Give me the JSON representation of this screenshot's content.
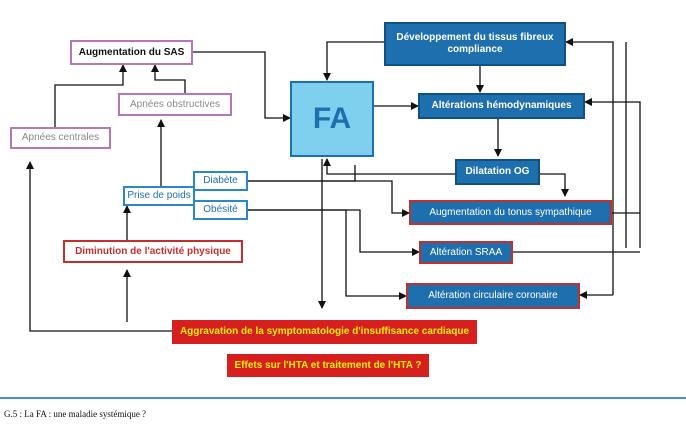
{
  "nodes": {
    "sas": "Augmentation du SAS",
    "apnees_obstructives": "Apnées obstructives",
    "apnees_centrales": "Apnées centrales",
    "prise_poids": "Prise de poids",
    "diabete": "Diabète",
    "obesite": "Obésité",
    "activite": "Diminution de l'activité physique",
    "fa": "FA",
    "fibreux": "Développement du tissus fibreux compliance",
    "hemo": "Altérations hémodynamiques",
    "dilatation": "Dilatation OG",
    "tonus": "Augmentation du tonus sympathique",
    "sraa": "Altération SRAA",
    "coronaire": "Altération circulaire coronaire",
    "aggravation": "Aggravation de la symptomatologie d'insuffisance cardiaque",
    "hta": "Effets sur l'HTA et traitement de l'HTA ?"
  },
  "caption": "G.5 : La FA : une maladie systémique ?",
  "colors": {
    "blue_box": "#1e6fae",
    "fa_fill": "#7fd0ee",
    "red_border": "#c2302e",
    "red_fill": "#d61f1f",
    "yellow_text": "#fff000",
    "purple_border": "#b577b6"
  }
}
